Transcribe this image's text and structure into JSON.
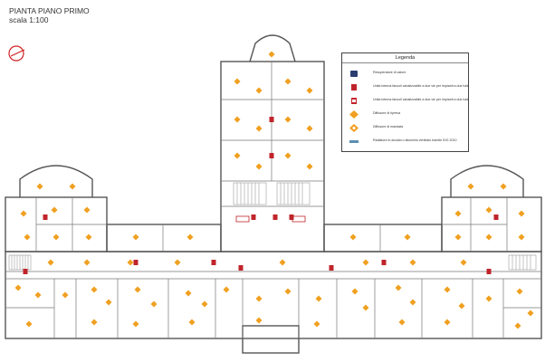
{
  "title": {
    "line1": "PIANTA PIANO PRIMO",
    "line2": "scala 1:100"
  },
  "legend": {
    "heading": "Legenda",
    "items": [
      {
        "symbol": "recuperatore-icon",
        "label": "Recuperatore di calore"
      },
      {
        "symbol": "fancoil-dual-icon",
        "label": "Unità interna fancoil canalizzabile a due vie per impianti a due tubi"
      },
      {
        "symbol": "fancoil-quad-icon",
        "label": "Unità interna fancoil canalizzabile a due vie per impianti a due tubi"
      },
      {
        "symbol": "diffusore-ripresa-icon",
        "label": "Diffusore di ripresa"
      },
      {
        "symbol": "diffusore-mandata-icon",
        "label": "Diffusore di mandata"
      },
      {
        "symbol": "radiatore-icon",
        "label": "Radiatore in acciaio o alluminio ventilato tramite IDG 2010"
      }
    ]
  },
  "colors": {
    "wall": "#555555",
    "diffuser": "#f0a020",
    "fancoil": "#c0242a",
    "recuperatore": "#2c3e6e",
    "radiator": "#5a8fb0",
    "compass": "#d02020"
  }
}
